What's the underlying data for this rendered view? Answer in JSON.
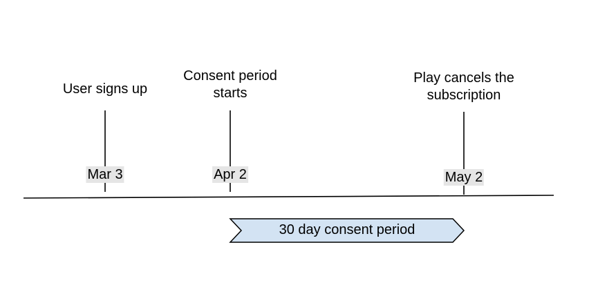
{
  "events": [
    {
      "label_lines": [
        "User signs up"
      ],
      "date": "Mar 3"
    },
    {
      "label_lines": [
        "Consent period",
        "starts"
      ],
      "date": "Apr 2"
    },
    {
      "label_lines": [
        "Play cancels the",
        "subscription"
      ],
      "date": "May 2"
    }
  ],
  "period": {
    "label": "30 day consent period"
  },
  "colors": {
    "badge": "#e5e5e5",
    "arrow_fill": "#d3e3f3",
    "stroke": "#000000"
  }
}
